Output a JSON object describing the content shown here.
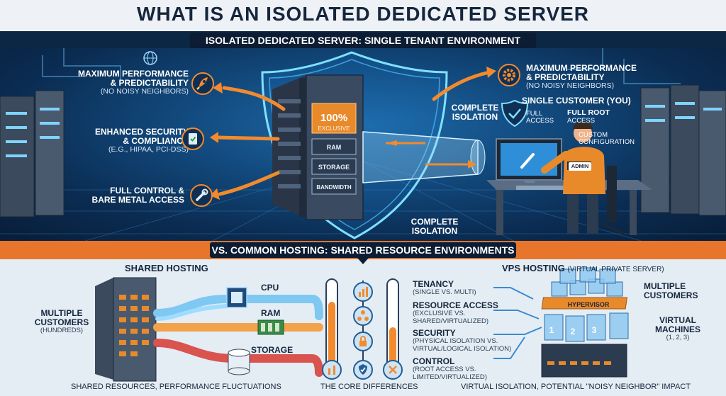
{
  "title": "WHAT IS AN ISOLATED DEDICATED SERVER",
  "top_section": {
    "banner": "ISOLATED DEDICATED SERVER: SINGLE TENANT ENVIRONMENT",
    "left_benefits": [
      {
        "title_lines": [
          "MAXIMUM PERFORMANCE",
          "& PREDICTABILITY"
        ],
        "subtitle": "(NO NOISY NEIGHBORS)",
        "icon": "rocket-icon"
      },
      {
        "title_lines": [
          "ENHANCED SECURITY",
          "& COMPLIANCE"
        ],
        "subtitle": "(e.g., HIPAA, PCI-DSS)",
        "icon": "clipboard-check-icon"
      },
      {
        "title_lines": [
          "FULL CONTROL &",
          "BARE METAL ACCESS"
        ],
        "subtitle": "",
        "icon": "wrench-icon"
      }
    ],
    "server_panel": {
      "exclusive_line1": "100%",
      "exclusive_line2": "EXCLUSIVE",
      "resources": [
        "RAM",
        "STORAGE",
        "BANDWIDTH"
      ]
    },
    "isolation_labels": {
      "tunnel": [
        "COMPLETE",
        "ISOLATION"
      ],
      "bottom": [
        "COMPLETE",
        "ISOLATION"
      ]
    },
    "right_benefit": {
      "title_lines": [
        "MAXIMUM PERFORMANCE",
        "& PREDICTABILITY"
      ],
      "subtitle": "(NO NOISY NEIGHBORS)",
      "icon": "gear-icon"
    },
    "customer": {
      "heading": "SINGLE CUSTOMER (YOU)",
      "full_access": [
        "FULL",
        "ACCESS"
      ],
      "full_root_access": [
        "FULL ROOT",
        "ACCESS"
      ],
      "custom_configuration": [
        "CUSTOM",
        "CONFIGURATION"
      ],
      "admin_badge": "ADMIN"
    }
  },
  "bottom_section": {
    "banner": "VS. COMMON HOSTING: SHARED RESOURCE ENVIRONMENTS",
    "shared_hosting": {
      "heading": "SHARED HOSTING",
      "customers_lines": [
        "MULTIPLE",
        "CUSTOMERS"
      ],
      "customers_sub": "(HUNDREDS)",
      "resources": [
        "CPU",
        "RAM",
        "STORAGE"
      ],
      "caption": "SHARED RESOURCES, PERFORMANCE FLUCTUATIONS"
    },
    "core_differences": {
      "caption": "THE CORE DIFFERENCES",
      "items": [
        {
          "title": "TENANCY",
          "detail_lines": [
            "(SINGLE vs. MULTI)"
          ]
        },
        {
          "title": "RESOURCE ACCESS",
          "detail_lines": [
            "(EXCLUSIVE vs.",
            "SHARED/VIRTUALIZED)"
          ]
        },
        {
          "title": "SECURITY",
          "detail_lines": [
            "(PHYSICAL ISOLATION vs.",
            "VIRTUAL/LOGICAL ISOLATION)"
          ]
        },
        {
          "title": "CONTROL",
          "detail_lines": [
            "(ROOT ACCESS vs.",
            "LIMITED/VIRTUALIZED)"
          ]
        }
      ]
    },
    "vps_hosting": {
      "heading": "VPS HOSTING",
      "heading_sub": "(VIRTUAL PRIVATE SERVER)",
      "customers_lines": [
        "MULTIPLE",
        "CUSTOMERS"
      ],
      "hypervisor": "HYPERVISOR",
      "vm_numbers": [
        "1",
        "2",
        "3"
      ],
      "vm_lines": [
        "VIRTUAL",
        "MACHINES"
      ],
      "vm_sub": "(1, 2, 3)",
      "caption": "VIRTUAL ISOLATION, POTENTIAL \"NOISY NEIGHBOR\" IMPACT"
    }
  },
  "colors": {
    "accent_orange": "#f28a2e",
    "navy": "#0b1c33",
    "glow_blue": "#4fc3ff",
    "panel_light": "#e4edf4"
  }
}
